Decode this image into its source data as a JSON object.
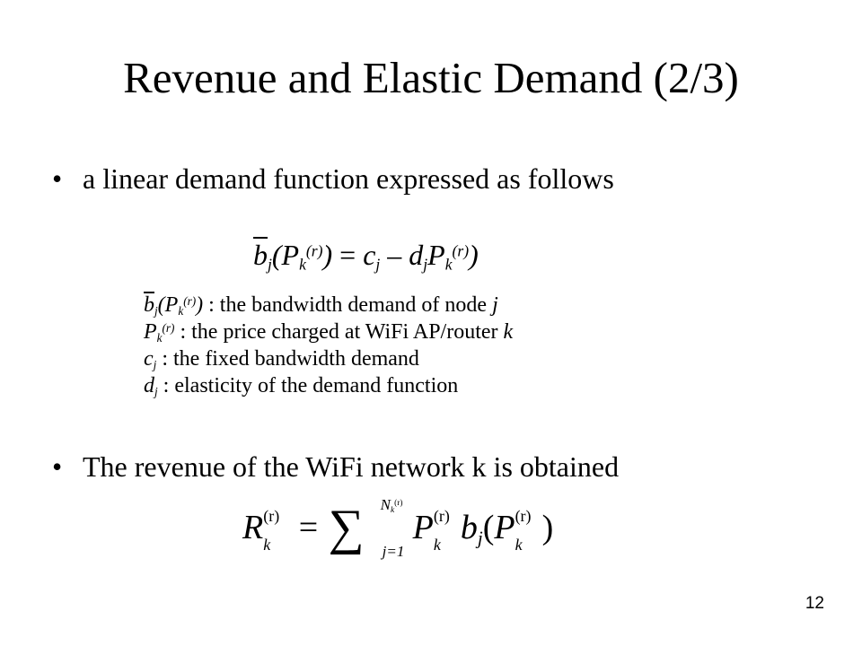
{
  "slide": {
    "title": "Revenue and Elastic Demand (2/3)",
    "bullets": [
      "a linear demand function expressed as follows",
      "The revenue of the WiFi network k is obtained"
    ],
    "bullet_symbol": "•",
    "page_number": "12"
  },
  "equation1": {
    "lhs_var": "b",
    "j": "j",
    "P": "P",
    "k": "k",
    "r": "(r)",
    "c": "c",
    "d": "d",
    "equals": "=",
    "minus": "–"
  },
  "definitions": [
    {
      "symbol": "b_j(P_k^(r))",
      "text": " :  the bandwidth demand of node ",
      "var": "j"
    },
    {
      "symbol": "P_k^(r)",
      "text": " : the price charged at WiFi AP/router ",
      "var": "k"
    },
    {
      "symbol": "c_j",
      "text": " : the fixed bandwidth demand"
    },
    {
      "symbol": "d_j",
      "text": " : elasticity of the demand function"
    }
  ],
  "equation2": {
    "R": "R",
    "r": "(r)",
    "k": "k",
    "equals": "=",
    "sum": "∑",
    "upper": "N",
    "lower": "j=1",
    "P": "P",
    "b": "b",
    "j": "j"
  }
}
